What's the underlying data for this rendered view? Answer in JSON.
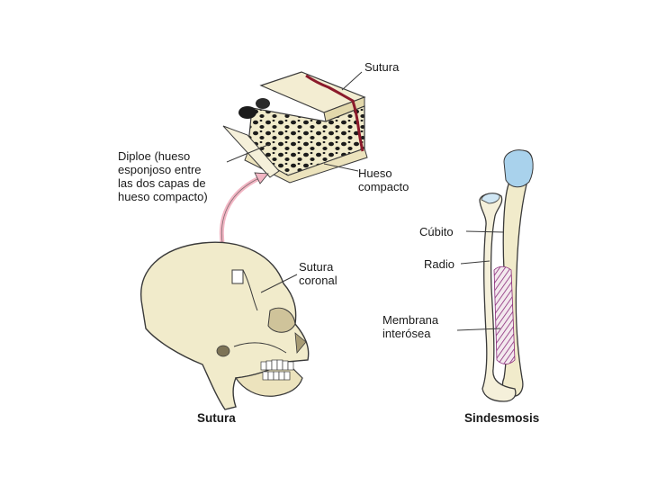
{
  "suture_section": {
    "labels": {
      "sutura_top": "Sutura",
      "diploe": [
        "Diploe (hueso",
        "esponjoso entre",
        "las dos capas de",
        "hueso compacto)"
      ],
      "hueso_compacto": [
        "Hueso",
        "compacto"
      ],
      "sutura_coronal": [
        "Sutura",
        "coronal"
      ]
    },
    "caption": "Sutura"
  },
  "syndesmosis_section": {
    "labels": {
      "cubito": "Cúbito",
      "radio": "Radio",
      "membrana": [
        "Membrana",
        "interósea"
      ]
    },
    "caption": "Sindesmosis"
  },
  "colors": {
    "bone": "#f1ebcb",
    "bone_shade": "#d9cfa0",
    "outline": "#3a3a3a",
    "suture_line": "#8b1a2b",
    "arrow": "#f2b6c4",
    "joint_cap": "#a9d2ec",
    "membrane": "#8a2a7a"
  }
}
